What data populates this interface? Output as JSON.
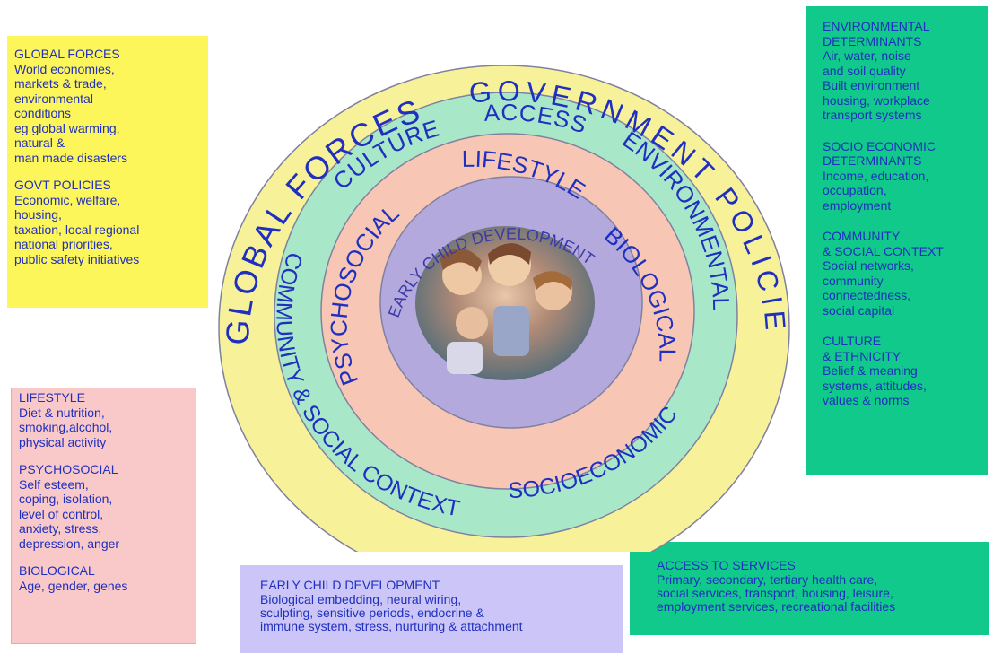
{
  "colors": {
    "text": "#1f2fbf",
    "yellow": "#fdf65a",
    "green": "#10c98a",
    "pink": "#f9c8c8",
    "lavender": "#cbc6f7",
    "ring_outer": "#f7f29a",
    "ring_green": "#a8e8c8",
    "ring_pink": "#f7c6b4",
    "ring_purple": "#b3a9dc"
  },
  "global_box": {
    "global_forces_title": "GLOBAL FORCES",
    "global_forces_body": "World economies,\nmarkets & trade,\nenvironmental\nconditions\neg global warming,\nnatural &\nman made disasters",
    "govt_policies_title": "GOVT POLICIES",
    "govt_policies_body": "Economic, welfare,\n housing,\ntaxation, local regional\nnational priorities,\npublic safety initiatives"
  },
  "env_box": {
    "environmental_title": "ENVIRONMENTAL\nDETERMINANTS",
    "environmental_body": "Air, water, noise\n and soil quality\nBuilt environment\nhousing, workplace\ntransport systems",
    "socio_title": "SOCIO ECONOMIC\nDETERMINANTS",
    "socio_body": "Income, education,\noccupation,\nemployment",
    "community_title": "COMMUNITY\n& SOCIAL CONTEXT",
    "community_body": "Social networks,\ncommunity\nconnectedness,\nsocial capital",
    "culture_title": "CULTURE\n& ETHNICITY",
    "culture_body": "Belief & meaning\nsystems, attitudes,\nvalues & norms"
  },
  "lifestyle_box": {
    "lifestyle_title": "LIFESTYLE",
    "lifestyle_body": "Diet & nutrition,\nsmoking,alcohol,\nphysical activity",
    "psychosocial_title": "PSYCHOSOCIAL",
    "psychosocial_body": "Self esteem,\ncoping, isolation,\nlevel of control,\nanxiety, stress,\ndepression, anger",
    "biological_title": "BIOLOGICAL",
    "biological_body": "Age, gender, genes"
  },
  "ecd_box": {
    "title": "EARLY CHILD DEVELOPMENT",
    "body": "Biological embedding, neural wiring,\nsculpting, sensitive periods, endocrine &\n immune system, stress, nurturing & attachment"
  },
  "access_box": {
    "title": "ACCESS TO SERVICES",
    "body": "Primary, secondary, tertiary health care,\nsocial services, transport, housing, leisure,\nemployment services, recreational facilities"
  },
  "rings": {
    "global_forces": "GLOBAL FORCES",
    "government_policies": "GOVERNMENT POLICIES",
    "culture": "CULTURE",
    "access": "ACCESS",
    "environmental": "ENVIRONMENTAL",
    "community": "COMMUNITY & SOCIAL CONTEXT",
    "socioeconomic": "SOCIOECONOMIC",
    "psychosocial": "PSYCHOSOCIAL",
    "lifestyle": "LIFESTYLE",
    "biological": "BIOLOGICAL",
    "early_child": "EARLY CHILD DEVELOPMENT"
  }
}
